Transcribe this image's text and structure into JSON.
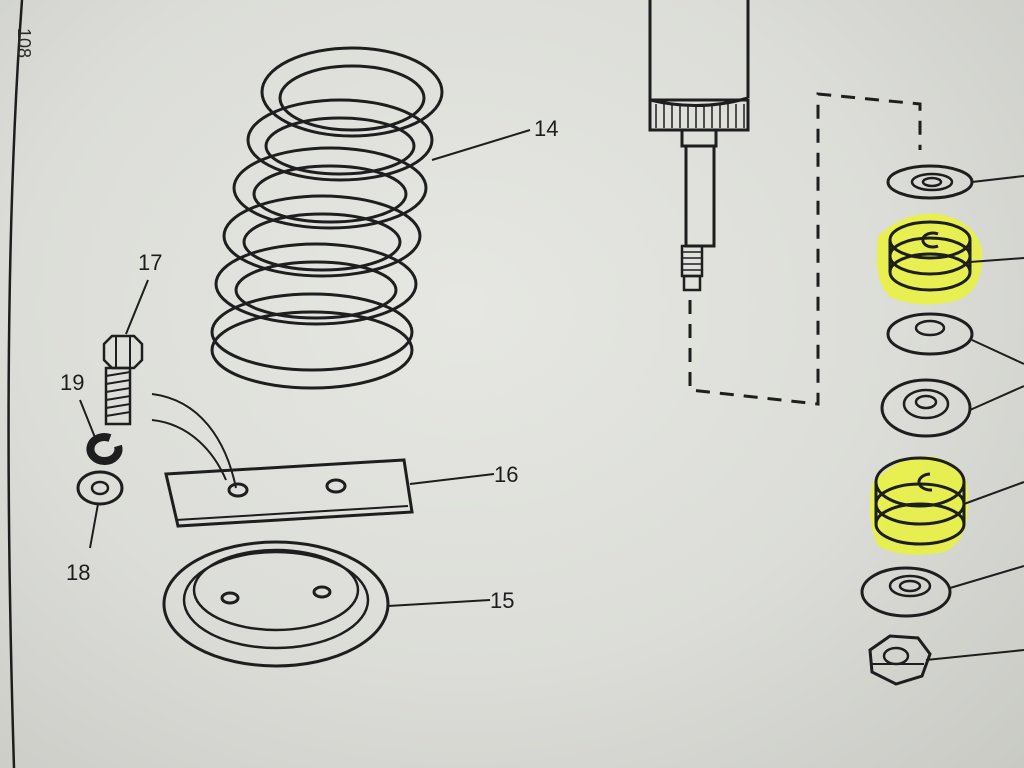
{
  "page_number": "108",
  "callouts": {
    "c14": "14",
    "c15": "15",
    "c16": "16",
    "c17": "17",
    "c18": "18",
    "c19": "19"
  },
  "highlight_color": "#e9f23a",
  "ink_color": "#1e1e1e"
}
